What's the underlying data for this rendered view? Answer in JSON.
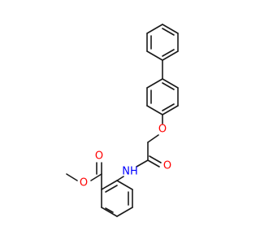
{
  "molecule": {
    "atom_labels": [
      {
        "id": "o-ether",
        "text": "O",
        "color": "#ff0000"
      },
      {
        "id": "o-amide",
        "text": "O",
        "color": "#ff0000"
      },
      {
        "id": "n-amide",
        "text": "NH",
        "color": "#0000ff"
      },
      {
        "id": "o-carbonyl",
        "text": "O",
        "color": "#ff0000"
      },
      {
        "id": "o-ester",
        "text": "O",
        "color": "#ff0000"
      }
    ],
    "bond_color": "#1a1a1a"
  }
}
